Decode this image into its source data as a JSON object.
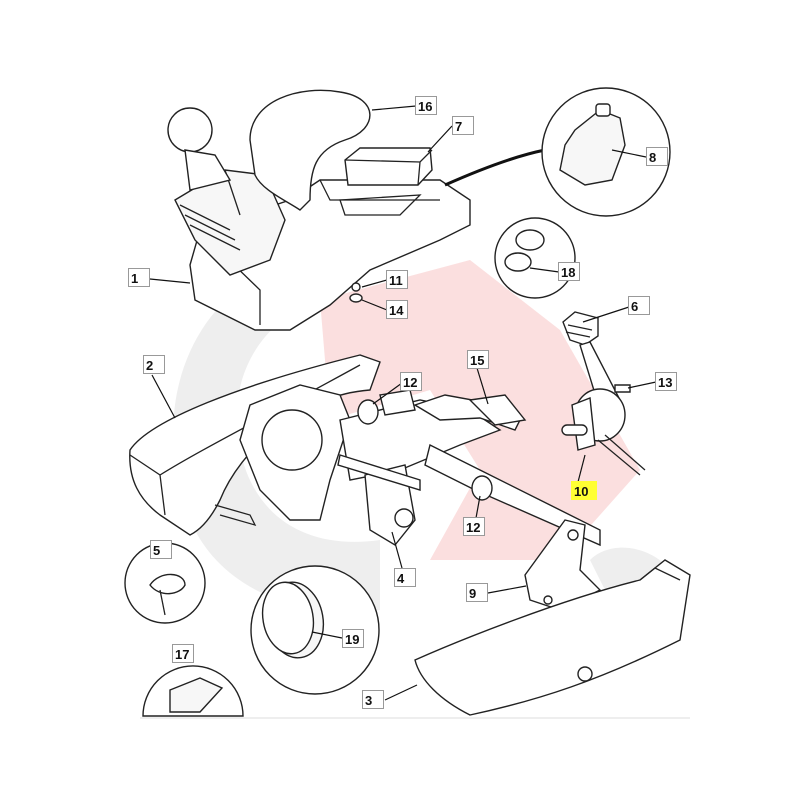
{
  "diagram": {
    "callouts": [
      "1",
      "2",
      "3",
      "4",
      "5",
      "6",
      "7",
      "8",
      "9",
      "10",
      "11",
      "12",
      "12",
      "13",
      "14",
      "15",
      "16",
      "17",
      "18",
      "19"
    ],
    "highlighted_callout": "10",
    "highlight_color": "#ffff33",
    "watermark_colors": {
      "gray": "#eeeeee",
      "red": "#fbdcdc"
    }
  }
}
